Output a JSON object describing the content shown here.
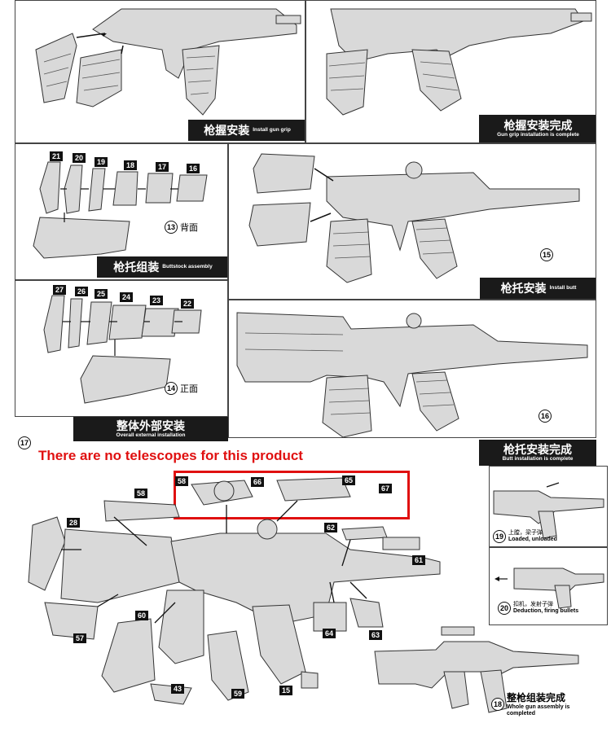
{
  "panels": {
    "p1": {
      "cn": "枪握安装",
      "en": "Install gun grip"
    },
    "p2": {
      "cn": "枪握安装完成",
      "en": "Gun grip installation is complete"
    },
    "p3": {
      "cn": "枪托组装",
      "en": "Buttstock assembly",
      "step": "13",
      "step_text": "背面",
      "parts": [
        "21",
        "20",
        "19",
        "18",
        "17",
        "16"
      ]
    },
    "p4": {
      "cn": "枪托安装",
      "en": "Install butt",
      "step": "15"
    },
    "p5": {
      "step": "14",
      "step_text": "正面",
      "parts": [
        "27",
        "26",
        "25",
        "24",
        "23",
        "22"
      ]
    },
    "p6": {
      "cn": "整体外部安装",
      "en": "Overall external installation",
      "step": "16"
    },
    "p7": {
      "cn": "枪托安装完成",
      "en": "Butt installation is complete"
    }
  },
  "bottom": {
    "step": "17",
    "notice": "There are no telescopes for this product",
    "parts": [
      "58",
      "66",
      "65",
      "67",
      "58",
      "28",
      "62",
      "61",
      "60",
      "57",
      "64",
      "63",
      "43",
      "59",
      "15"
    ],
    "side_steps": [
      {
        "num": "19",
        "cn": "上膛，梁子弹",
        "en": "Loaded, unloaded"
      },
      {
        "num": "20",
        "cn": "扣机，发射子弹",
        "en": "Deduction, firing bullets"
      },
      {
        "num": "18",
        "cn": "整枪组装完成",
        "en": "Whole gun assembly is completed"
      }
    ]
  }
}
